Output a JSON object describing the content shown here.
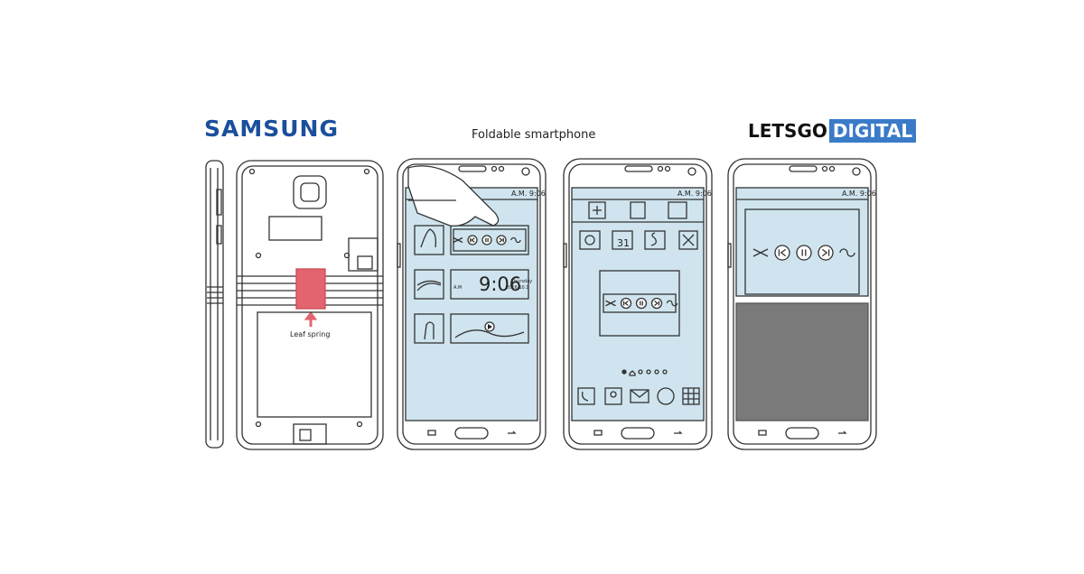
{
  "header": {
    "brand_left": "SAMSUNG",
    "title": "Foldable smartphone",
    "brand_right_a": "LETSGO",
    "brand_right_b": "DIGITAL"
  },
  "phone2": {
    "status": "A.M. 9:06",
    "clock": "9:06",
    "am": "A.M",
    "day": "Thursday",
    "date": "2016.10.1"
  },
  "phone3": {
    "status": "A.M. 9:06",
    "calendar_day": "31"
  },
  "phone4": {
    "status": "A.M. 9:06"
  },
  "back": {
    "leaf_label": "Leaf spring"
  },
  "colors": {
    "screen": "#cfe4ee",
    "highlight": "#e3646f",
    "brand_blue": "#1a4f9c",
    "badge_blue": "#3a7bc8"
  },
  "icons": [
    "shuffle-icon",
    "previous-icon",
    "pause-icon",
    "next-icon",
    "repeat-icon",
    "phone-icon",
    "contacts-icon",
    "mail-icon",
    "browser-icon",
    "apps-grid-icon",
    "calendar-icon",
    "camera-icon",
    "video-icon",
    "trash-icon",
    "add-icon"
  ]
}
